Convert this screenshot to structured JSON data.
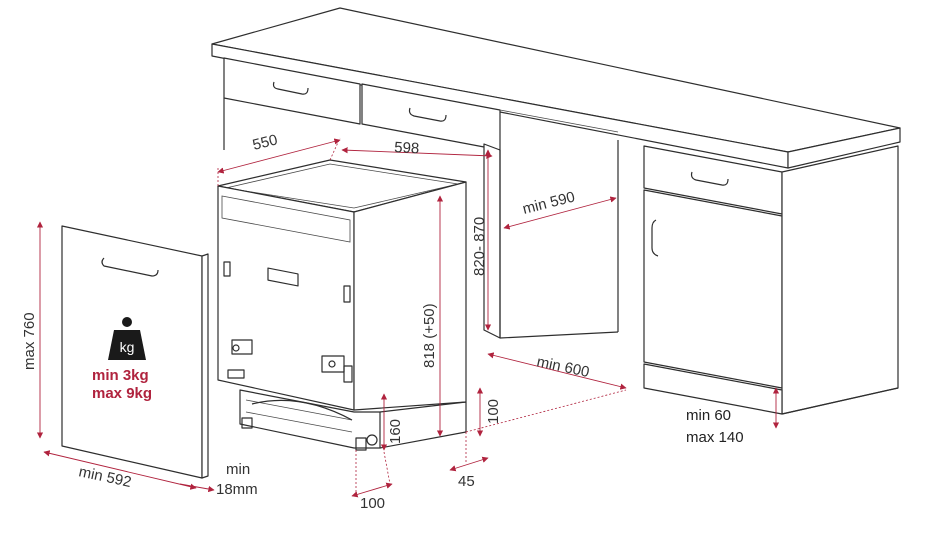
{
  "dimensions": {
    "depth": "550",
    "width": "598",
    "cabinet_depth": "min 590",
    "cabinet_height": "820- 870",
    "appliance_height": "818 (+50)",
    "niche_depth": "min 600",
    "plinth_height": "160",
    "plinth_gap": "100",
    "plinth_setback": "45",
    "foot_depth": "100",
    "door_height": "max 760",
    "door_width": "min 592",
    "door_thickness_line1": "min",
    "door_thickness_line2": "18mm",
    "worktop_gap_line1": "min 60",
    "worktop_gap_line2": "max 140"
  },
  "door_weight": {
    "icon_label": "kg",
    "min_line": "min  3kg",
    "max_line": "max 9kg"
  },
  "colors": {
    "dimension": "#b0233e",
    "outline": "#2e2e2e"
  }
}
